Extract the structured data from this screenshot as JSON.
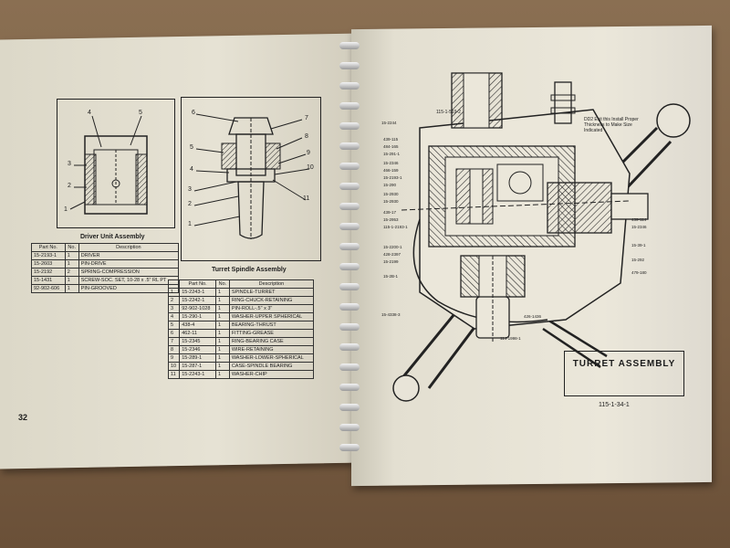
{
  "left_page": {
    "page_number": "32",
    "driver_unit": {
      "caption": "Driver Unit Assembly",
      "callouts": [
        "4",
        "5",
        "3",
        "2",
        "1"
      ],
      "table_headers": [
        "Part No.",
        "No.",
        "Description"
      ],
      "rows": [
        [
          "15-2193-1",
          "1",
          "DRIVER"
        ],
        [
          "15-2603",
          "1",
          "PIN-DRIVE"
        ],
        [
          "15-2192",
          "2",
          "SPRING-COMPRESSION"
        ],
        [
          "15-1431",
          "1",
          "SCREW-SOC. SET, 10-28 x .5\" RL PT"
        ],
        [
          "92-902-606",
          "1",
          "PIN-GROOVED"
        ]
      ]
    },
    "turret_spindle": {
      "caption": "Turret Spindle Assembly",
      "callouts": [
        "6",
        "7",
        "8",
        "5",
        "9",
        "4",
        "10",
        "3",
        "2",
        "1",
        "11"
      ],
      "table_headers": [
        "Part No.",
        "No.",
        "Description"
      ],
      "rows": [
        [
          "1",
          "15-2243-1",
          "1",
          "SPINDLE-TURRET"
        ],
        [
          "2",
          "15-2242-1",
          "1",
          "RING-CHUCK-RETAINING"
        ],
        [
          "3",
          "92-902-1028",
          "1",
          "PIN-ROLL-.5\" x 3\""
        ],
        [
          "4",
          "15-290-1",
          "1",
          "WASHER-UPPER SPHERICAL"
        ],
        [
          "5",
          "438-4",
          "1",
          "BEARING-THRUST"
        ],
        [
          "6",
          "462-11",
          "1",
          "FITTING-GREASE"
        ],
        [
          "7",
          "15-2345",
          "1",
          "RING-BEARING CASE"
        ],
        [
          "8",
          "15-2346",
          "1",
          "WIRE-RETAINING"
        ],
        [
          "9",
          "15-289-1",
          "1",
          "WASHER-LOWER-SPHERICAL"
        ],
        [
          "10",
          "15-287-1",
          "1",
          "CASE-SPINDLE BEARING"
        ],
        [
          "11",
          "15-2243-1",
          "1",
          "WASHER-CHIP"
        ]
      ]
    }
  },
  "right_page": {
    "title": "TURRET ASSEMBLY",
    "drawing_number": "115-1-34-1",
    "note": "DD2 Exit this Install Proper Thickness to Make Size Indicated",
    "labels_left": [
      "15-2244",
      "439-115",
      "484-165",
      "15-291-1",
      "15-2346",
      "466-159",
      "15-2193-1",
      "15-290",
      "15-2930",
      "15-2930",
      "439-17",
      "15-2953",
      "115-1-2193-1",
      "15-2200-1",
      "428-2397",
      "15-2199",
      "15-2B-1",
      "15-4338-3"
    ],
    "labels_right": [
      "439-114",
      "15-2346",
      "15-39-1",
      "15-292",
      "479-180"
    ],
    "labels_bottom": [
      "426-1436",
      "114-1998-1"
    ],
    "label_top": "115-1-519-2"
  }
}
